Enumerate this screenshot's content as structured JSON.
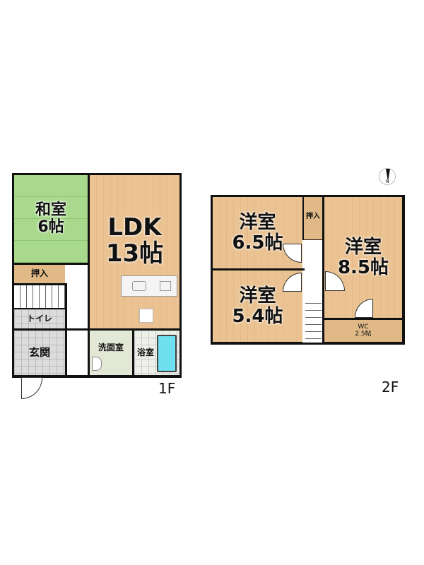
{
  "floor1": {
    "label": "1F",
    "rooms": {
      "washitsu": {
        "name": "和室",
        "size": "6帖"
      },
      "ldk": {
        "name": "LDK",
        "size": "13帖"
      },
      "oshiire": {
        "name": "押入"
      },
      "toilet": {
        "name": "トイレ"
      },
      "genkan": {
        "name": "玄関"
      },
      "senmen": {
        "name": "洗面室"
      },
      "yokushitsu": {
        "name": "浴室"
      }
    }
  },
  "floor2": {
    "label": "2F",
    "rooms": {
      "yoshitsu65": {
        "name": "洋室",
        "size": "6.5帖"
      },
      "yoshitsu54": {
        "name": "洋室",
        "size": "5.4帖"
      },
      "yoshitsu85": {
        "name": "洋室",
        "size": "8.5帖"
      },
      "oshiire": {
        "name": "押入"
      },
      "wc": {
        "name": "WC",
        "size": "2.5帖"
      }
    }
  },
  "compass": {
    "label": "N"
  },
  "colors": {
    "wood": "#ebc393",
    "tatami": "#a9d98c",
    "bathtub": "#6fe0f0",
    "wall": "#111111"
  }
}
